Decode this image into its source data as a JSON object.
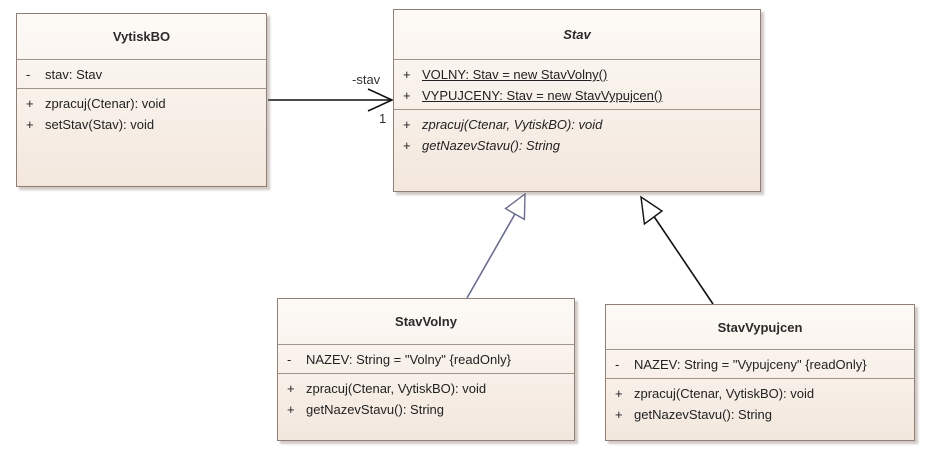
{
  "classes": {
    "vytiskbo": {
      "name": "VytiskBO",
      "attributes": [
        {
          "visibility": "-",
          "text": "stav: Stav"
        }
      ],
      "operations": [
        {
          "visibility": "+",
          "text": "zpracuj(Ctenar): void"
        },
        {
          "visibility": "+",
          "text": "setStav(Stav): void"
        }
      ]
    },
    "stav": {
      "name": "Stav",
      "attributes": [
        {
          "visibility": "+",
          "text": "VOLNY: Stav = new StavVolny()"
        },
        {
          "visibility": "+",
          "text": "VYPUJCENY: Stav = new StavVypujcen()"
        }
      ],
      "operations": [
        {
          "visibility": "+",
          "text": "zpracuj(Ctenar, VytiskBO): void"
        },
        {
          "visibility": "+",
          "text": "getNazevStavu(): String"
        }
      ]
    },
    "stavvolny": {
      "name": "StavVolny",
      "attributes": [
        {
          "visibility": "-",
          "text": "NAZEV: String = \"Volny\" {readOnly}"
        }
      ],
      "operations": [
        {
          "visibility": "+",
          "text": "zpracuj(Ctenar, VytiskBO): void"
        },
        {
          "visibility": "+",
          "text": "getNazevStavu(): String"
        }
      ]
    },
    "stavvypujcen": {
      "name": "StavVypujcen",
      "attributes": [
        {
          "visibility": "-",
          "text": "NAZEV: String = \"Vypujceny\" {readOnly}"
        }
      ],
      "operations": [
        {
          "visibility": "+",
          "text": "zpracuj(Ctenar, VytiskBO): void"
        },
        {
          "visibility": "+",
          "text": "getNazevStavu(): String"
        }
      ]
    }
  },
  "association": {
    "role": "-stav",
    "multiplicity": "1"
  },
  "colors": {
    "line": "#111111",
    "generalization_left": "#6a6e8e",
    "border": "#8f7f74"
  }
}
